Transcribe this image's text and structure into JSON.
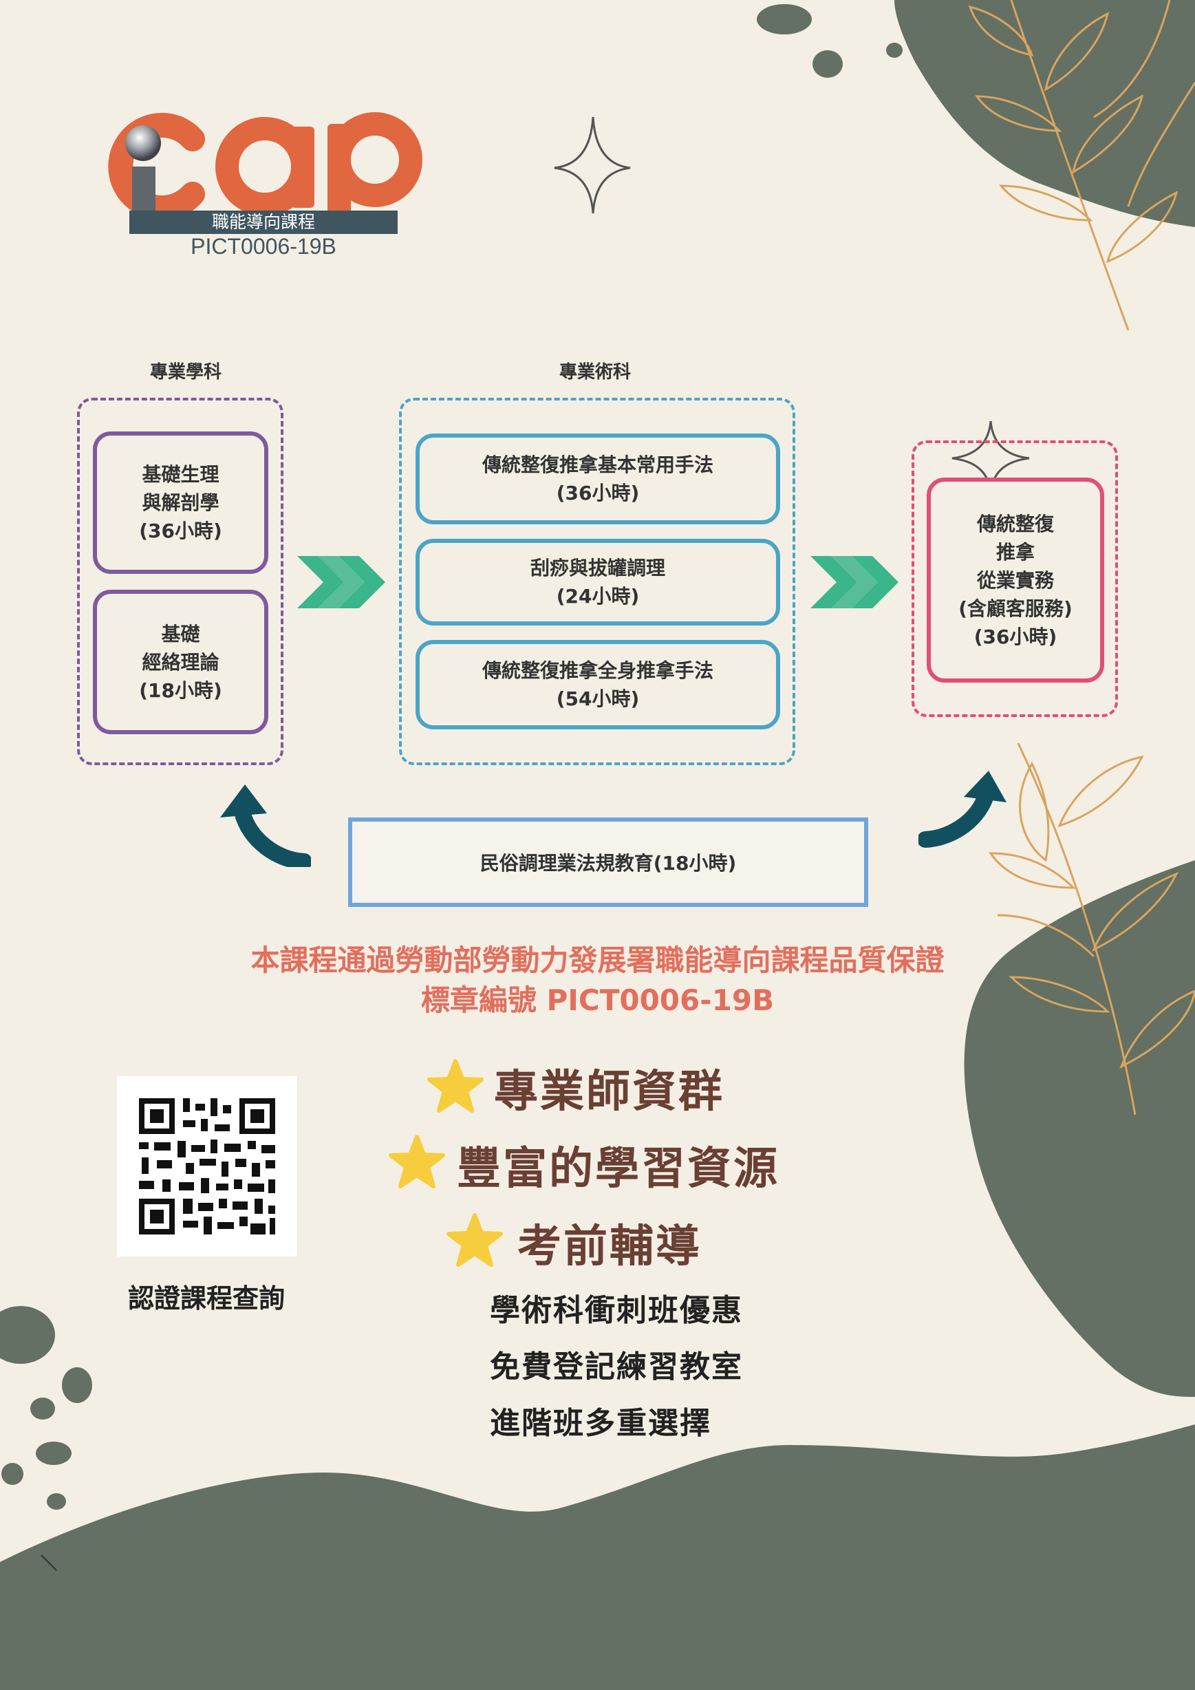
{
  "logo": {
    "text": "cap",
    "subtitle": "職能導向課程",
    "code": "PICT0006-19B"
  },
  "columns": {
    "academic": {
      "title": "專業學科",
      "items": [
        {
          "lines": [
            "基礎生理",
            "與解剖學",
            "(36小時)"
          ]
        },
        {
          "lines": [
            "基礎",
            "經絡理論",
            "(18小時)"
          ]
        }
      ]
    },
    "practical": {
      "title": "專業術科",
      "items": [
        {
          "lines": [
            "傳統整復推拿基本常用手法",
            "(36小時)"
          ]
        },
        {
          "lines": [
            "刮痧與拔罐調理",
            "(24小時)"
          ]
        },
        {
          "lines": [
            "傳統整復推拿全身推拿手法",
            "(54小時)"
          ]
        }
      ]
    },
    "practice": {
      "items": [
        {
          "lines": [
            "傳統整復",
            "推拿",
            "從業實務",
            "(含顧客服務)",
            "(36小時)"
          ]
        }
      ]
    }
  },
  "law_box": "民俗調理業法規教育(18小時)",
  "promo": {
    "line1": "本課程通過勞動部勞動力發展署職能導向課程品質保證",
    "line2": "標章編號  PICT0006-19B"
  },
  "qr_label": "認證課程查詢",
  "features": [
    "專業師資群",
    "豐富的學習資源",
    "考前輔導"
  ],
  "benefits": [
    "學術科衝刺班優惠",
    "免費登記練習教室",
    "進階班多重選擇"
  ],
  "colors": {
    "background": "#f4efe4",
    "blob": "#637063",
    "purple": "#7d5a9e",
    "blue": "#4aa5c8",
    "pink": "#e04f74",
    "green_arrow": "#3bb58a",
    "curve_arrow": "#12505f",
    "promo": "#e26f5e",
    "feature_text": "#6a3f34",
    "star": "#f6cd3d",
    "logo_orange": "#e0673f",
    "logo_bar": "#3f5560"
  },
  "icons": [
    "star-icon",
    "sparkle-icon",
    "chevron-arrow-icon",
    "curved-arrow-icon",
    "leaf-icon",
    "qr-code-icon"
  ]
}
